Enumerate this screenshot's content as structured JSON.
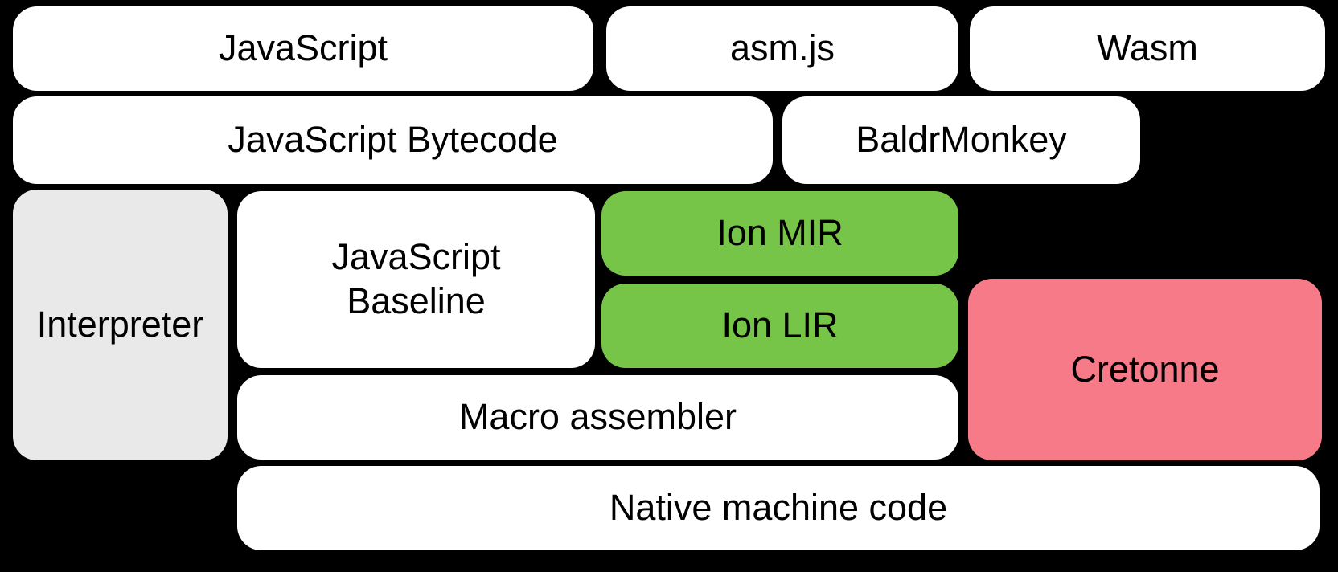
{
  "diagram": {
    "description": "Compiler pipeline diagram of rounded boxes on a black background",
    "colors": {
      "background": "#000000",
      "box_white": "#ffffff",
      "box_gray": "#e9e9e9",
      "box_green": "#76c548",
      "box_pink": "#f67a88",
      "text": "#000000"
    },
    "nodes": {
      "javascript": {
        "label": "JavaScript"
      },
      "asmjs": {
        "label": "asm.js"
      },
      "wasm": {
        "label": "Wasm"
      },
      "bytecode": {
        "label": "JavaScript Bytecode"
      },
      "baldrmonkey": {
        "label": "BaldrMonkey"
      },
      "interpreter": {
        "label": "Interpreter"
      },
      "baseline": {
        "label": "JavaScript Baseline"
      },
      "ion_mir": {
        "label": "Ion MIR"
      },
      "ion_lir": {
        "label": "Ion LIR"
      },
      "cretonne": {
        "label": "Cretonne"
      },
      "macro_assembler": {
        "label": "Macro assembler"
      },
      "native": {
        "label": "Native machine code"
      }
    }
  }
}
